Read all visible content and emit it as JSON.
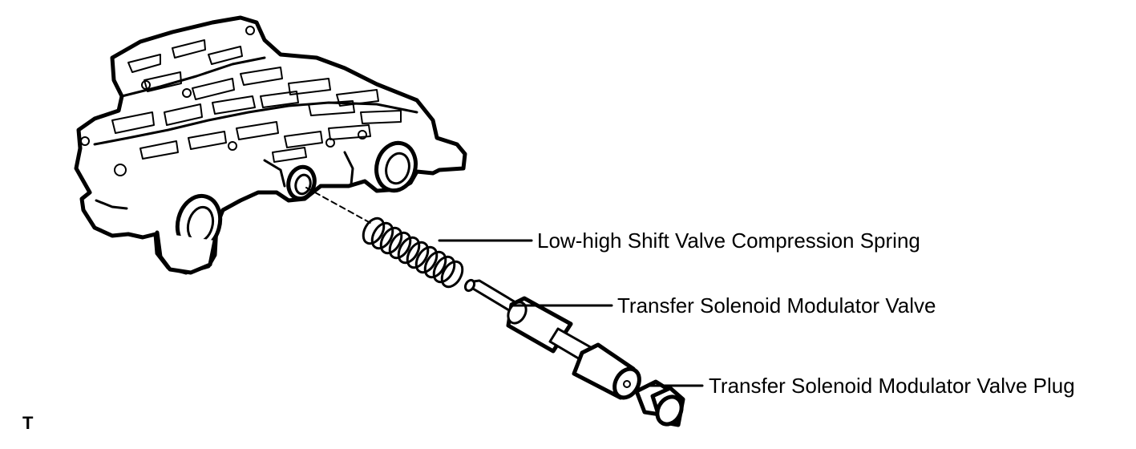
{
  "labels": {
    "spring": "Low-high Shift Valve Compression Spring",
    "valve": "Transfer Solenoid Modulator Valve",
    "plug": "Transfer Solenoid Modulator Valve Plug"
  },
  "corner_mark": "T",
  "icons": {
    "valve_body": "valve-body-illustration",
    "spring": "coil-spring-illustration",
    "valve": "spool-valve-illustration",
    "plug": "valve-plug-illustration"
  },
  "colors": {
    "ink": "#000000",
    "background": "#ffffff"
  }
}
